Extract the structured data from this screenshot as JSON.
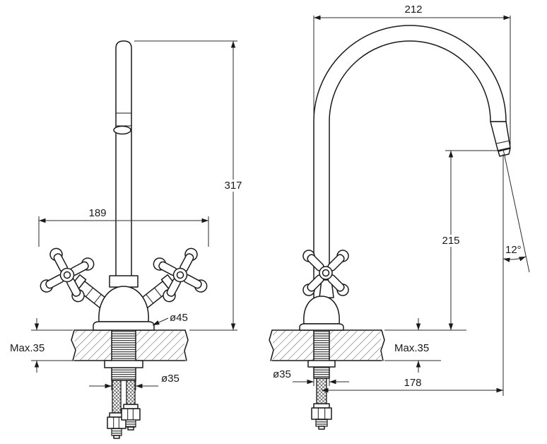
{
  "page": {
    "background": "#ffffff",
    "line_color": "#1a1a1a"
  },
  "dimensions": {
    "front_view": {
      "overall_height": "317",
      "handle_span": "189",
      "body_diameter": "ø45",
      "max_mounting_thickness": "Max.35",
      "mounting_hole_diameter": "ø35"
    },
    "side_view": {
      "spout_reach": "212",
      "spout_outlet_height": "215",
      "outlet_angle": "12°",
      "max_mounting_thickness": "Max.35",
      "mounting_hole_diameter": "ø35",
      "axis_to_outlet": "178"
    }
  }
}
